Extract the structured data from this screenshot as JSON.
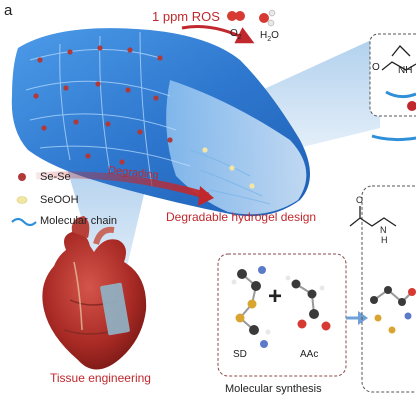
{
  "panel_label": "a",
  "ros": {
    "title": "1 ppm ROS",
    "o2_main": "O",
    "o2_sub": "2",
    "h2o_h": "H",
    "h2o_sub": "2",
    "h2o_o": "O"
  },
  "legend": {
    "items": [
      {
        "label": "Se-Se"
      },
      {
        "label": "SeOOH"
      },
      {
        "label": "Molecular chain"
      }
    ]
  },
  "degrading_label": "Degrading",
  "hydrogel_caption": "Degradable hydrogel design",
  "tissue_caption": "Tissue engineering",
  "synthesis": {
    "plus": "+",
    "sd_label": "SD",
    "aac_label": "AAc",
    "caption": "Molecular synthesis"
  },
  "structure": {
    "atom_o": "O",
    "atom_nh": "NH",
    "atom_n": "N",
    "atom_h": "H"
  },
  "colors": {
    "accent_red": "#c0282d",
    "hydrogel_blue": "#3a86d6",
    "se_se_dot": "#b03a3a",
    "seooh_dot": "#f2e7a2",
    "chain": "#2f8fd8"
  }
}
